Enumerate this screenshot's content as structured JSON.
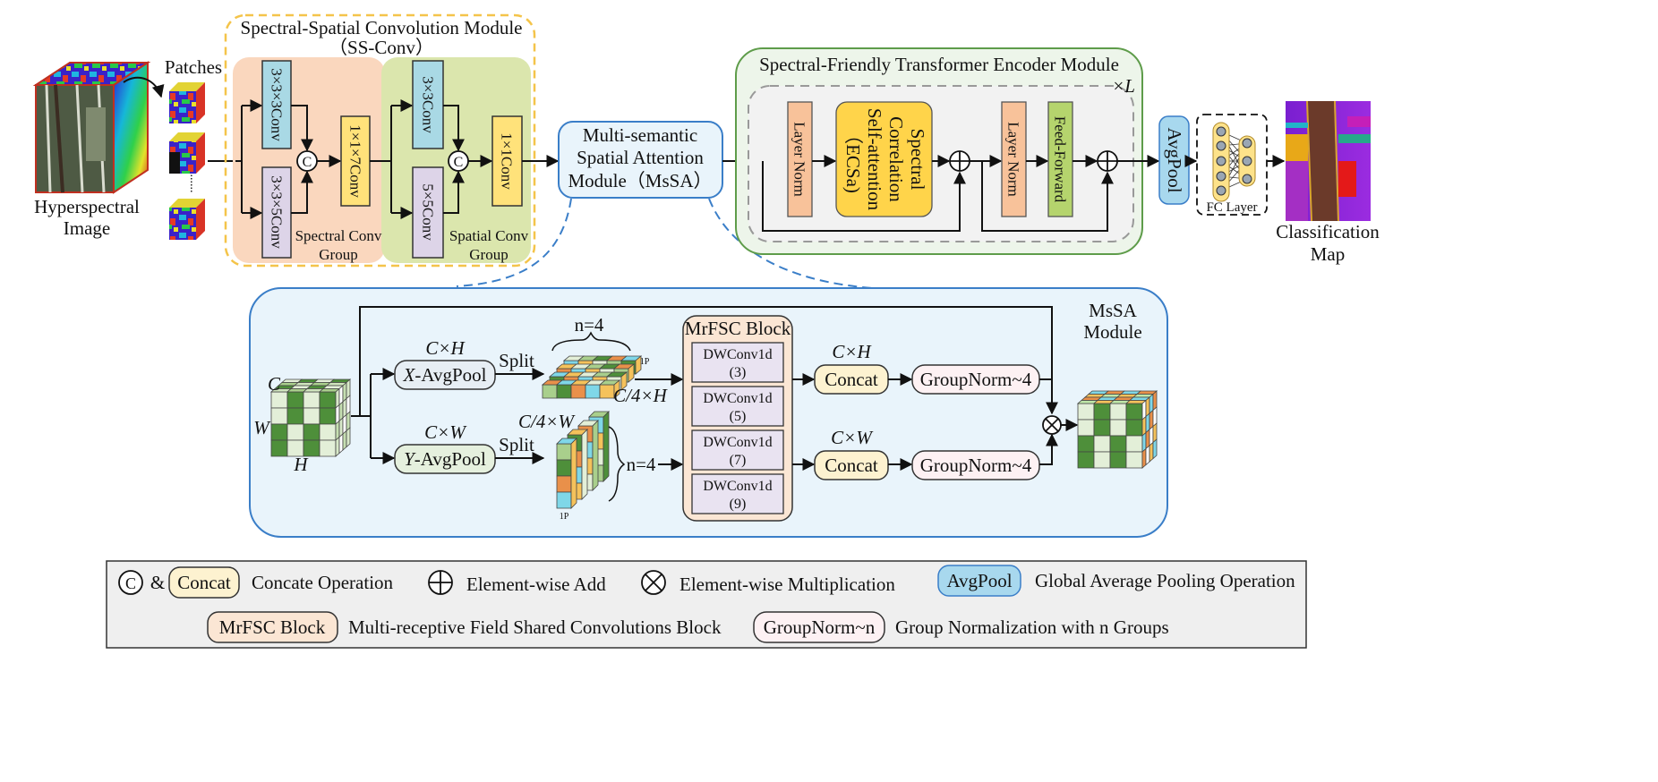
{
  "colors": {
    "conv_blue": "#a9d9e5",
    "conv_purple": "#ddd4e8",
    "conv_yellow": "#ffe27a",
    "ss_orange_bg": "#fad7be",
    "ss_green_bg": "#dbe6ad",
    "ss_dashed_border": "#f4c44a",
    "layer_norm": "#f8c29a",
    "ecsa": "#ffd44a",
    "feed_forward": "#b5d46d",
    "transformer_bg": "#edf5ea",
    "transformer_border": "#5e9c4a",
    "msa_box": "#e9f4fb",
    "msa_border": "#3a7ec8",
    "avgpool": "#a8d8ee",
    "fc_node": "#fde28a",
    "concat": "#fdf2d0",
    "groupnorm": "#fdf1f3",
    "mrfsc_bg": "#fbe6d4",
    "dwconv": "#e9e3f1",
    "x_avgpool": "#e7eef4",
    "y_avgpool": "#e5f0de",
    "legend_bg": "#efefef"
  },
  "input": {
    "label_line1": "Hyperspectral",
    "label_line2": "Image",
    "patches_label": "Patches",
    "dots": "......"
  },
  "ss_conv": {
    "title_line1": "Spectral-Spatial Convolution Module",
    "title_line2": "（SS-Conv）",
    "spectral": {
      "conv_a": "3×3×3Conv",
      "conv_b": "3×3×5Conv",
      "fuse": "1×1×7Conv",
      "concat_symbol": "C",
      "group_line1": "Spectral Conv",
      "group_line2": "Group"
    },
    "spatial": {
      "conv_a": "3×3Conv",
      "conv_b": "5×5Conv",
      "fuse": "1×1Conv",
      "concat_symbol": "C",
      "group_line1": "Spatial Conv",
      "group_line2": "Group"
    }
  },
  "msa_top": {
    "line1": "Multi-semantic",
    "line2": "Spatial Attention",
    "line3": "Module（MsSA）"
  },
  "transformer": {
    "title": "Spectral-Friendly Transformer Encoder Module",
    "repeat": "×L",
    "layer_norm_1": "Layer Norm",
    "ecsa_line1": "Spectral",
    "ecsa_line2": "Correlation",
    "ecsa_line3": "Self-attention",
    "ecsa_line4": "（ECSa)",
    "layer_norm_2": "Layer Norm",
    "feed_forward": "Feed-Forward"
  },
  "head": {
    "avgpool": "AvgPool",
    "fc_layer": "FC Layer",
    "output_line1": "Classification",
    "output_line2": "Map"
  },
  "msa_detail": {
    "title_line1": "MsSA",
    "title_line2": "Module",
    "cube_c": "C",
    "cube_w": "W",
    "cube_h": "H",
    "x_dim": "C×H",
    "x_pool_italic": "X",
    "x_pool_rest": "-AvgPool",
    "y_dim": "C×W",
    "y_pool_italic": "Y",
    "y_pool_rest": "-AvgPool",
    "split_top": "Split",
    "split_bottom": "Split",
    "n_top": "n=4",
    "n_bottom": "n=4",
    "onep_top": "1P",
    "onep_bottom": "1P",
    "x_out": "C/4×H",
    "y_out": "C/4×W",
    "mrfsc_title": "MrFSC Block",
    "dwconv": [
      {
        "name": "DWConv1d",
        "k": "(3)"
      },
      {
        "name": "DWConv1d",
        "k": "(5)"
      },
      {
        "name": "DWConv1d",
        "k": "(7)"
      },
      {
        "name": "DWConv1d",
        "k": "(9)"
      }
    ],
    "concat_dim_top": "C×H",
    "concat_dim_bottom": "C×W",
    "concat": "Concat",
    "groupnorm": "GroupNorm~4"
  },
  "legend": {
    "c_symbol": "C",
    "amp": "&",
    "concat_chip": "Concat",
    "concat_desc": "Concate Operation",
    "add_desc": "Element-wise Add",
    "mul_desc": "Element-wise Multiplication",
    "avgpool_chip": "AvgPool",
    "avgpool_desc": "Global Average Pooling Operation",
    "mrfsc_chip": "MrFSC Block",
    "mrfsc_desc": "Multi-receptive Field Shared Convolutions Block",
    "groupnorm_chip": "GroupNorm~n",
    "groupnorm_desc": "Group Normalization with n Groups"
  }
}
